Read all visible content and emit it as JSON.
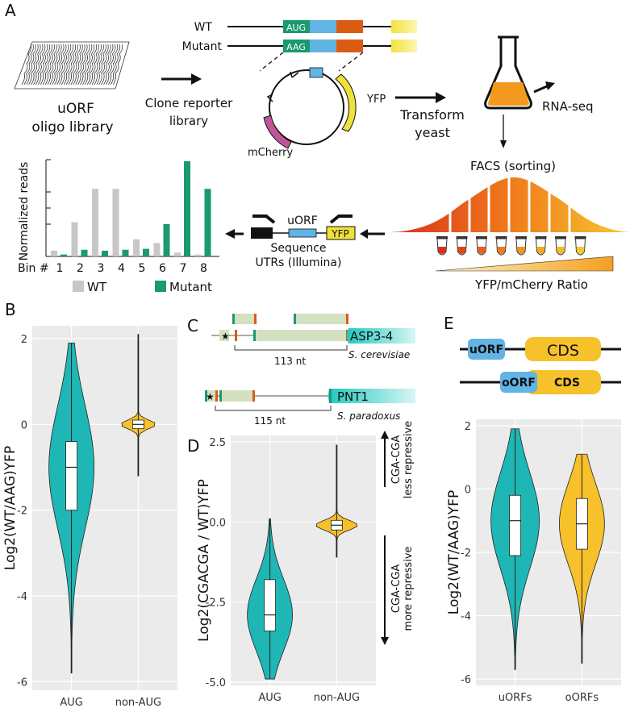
{
  "panel_labels": {
    "A": "A",
    "B": "B",
    "C": "C",
    "D": "D",
    "E": "E"
  },
  "colors": {
    "teal": "#1fb7b5",
    "gold": "#f6c12a",
    "green": "#1a9a6e",
    "grey": "#c7c7c7",
    "blue": "#61b4e4",
    "orange": "#d95c12",
    "pink": "#c0559a",
    "yellow": "#f0e13a",
    "panel_bg": "#ebebeb"
  },
  "panelA": {
    "library_line1": "uORF",
    "library_line2": "oligo library",
    "clone_line1": "Clone reporter",
    "clone_line2": "library",
    "wt_label": "WT",
    "mutant_label": "Mutant",
    "aug": "AUG",
    "aag": "AAG",
    "yfp_plasmid": "YFP",
    "mcherry": "mCherry",
    "transform_line1": "Transform",
    "transform_line2": "yeast",
    "rnaseq": "RNA-seq",
    "facs": "FACS (sorting)",
    "ratio": "YFP/mCherry Ratio",
    "amplicon_uorf": "uORF",
    "amplicon_yfp": "YFP",
    "sequence_line1": "Sequence",
    "sequence_line2": "UTRs (Illumina)",
    "legend_wt": "WT",
    "legend_mutant": "Mutant"
  },
  "panelC": {
    "asp": "ASP3-4",
    "scer": "S. cerevisiae",
    "nt113": "113 nt",
    "pnt": "PNT1",
    "spar": "S. paradoxus",
    "nt115": "115 nt"
  },
  "panelD_arrows": {
    "up_line1": "CGA-CGA",
    "up_line2": "less repressive",
    "down_line1": "CGA-CGA",
    "down_line2": "more repressive"
  },
  "panelE_schema": {
    "uorf": "uORF",
    "cds": "CDS",
    "oorf": "oORF",
    "cds2": "CDS"
  },
  "chart_data": [
    {
      "type": "bar",
      "xlabel": "Bin #",
      "ylabel": "Normalized reads",
      "categories": [
        "1",
        "2",
        "3",
        "4",
        "5",
        "6",
        "7",
        "8"
      ],
      "series": [
        {
          "name": "WT",
          "values": [
            0.06,
            0.36,
            0.71,
            0.71,
            0.18,
            0.14,
            0.04,
            0.02
          ]
        },
        {
          "name": "Mutant",
          "values": [
            0.02,
            0.07,
            0.06,
            0.07,
            0.08,
            0.34,
            1.0,
            0.71
          ]
        }
      ],
      "ylim": [
        0,
        1
      ]
    },
    {
      "type": "violin",
      "ylabel": "Log2(WT/AAG)YFP",
      "yticks": [
        "2",
        "0",
        "-2",
        "-4",
        "-6"
      ],
      "ylim": [
        -6.2,
        2.3
      ],
      "categories": [
        "AUG",
        "non-AUG"
      ],
      "series": [
        {
          "name": "AUG",
          "median": -1.0,
          "q1": -2.0,
          "q3": -0.4,
          "min": -5.8,
          "max": 1.9
        },
        {
          "name": "non-AUG",
          "median": 0.0,
          "q1": -0.1,
          "q3": 0.1,
          "min": -1.2,
          "max": 2.1
        }
      ]
    },
    {
      "type": "violin",
      "ylabel": "Log2(CGACGA / WT)YFP",
      "yticks": [
        "2.5",
        "0.0",
        "-2.5",
        "-5.0"
      ],
      "ylim": [
        -5.1,
        2.7
      ],
      "categories": [
        "AUG",
        "non-AUG"
      ],
      "series": [
        {
          "name": "AUG",
          "median": -2.9,
          "q1": -3.4,
          "q3": -1.8,
          "min": -4.9,
          "max": 0.1
        },
        {
          "name": "non-AUG",
          "median": -0.1,
          "q1": -0.25,
          "q3": 0.05,
          "min": -1.1,
          "max": 2.4
        }
      ]
    },
    {
      "type": "violin",
      "ylabel": "Log2(WT/AAG)YFP",
      "yticks": [
        "2",
        "0",
        "-2",
        "-4",
        "-6"
      ],
      "ylim": [
        -6.2,
        2.2
      ],
      "categories": [
        "uORFs",
        "oORFs"
      ],
      "series": [
        {
          "name": "uORFs",
          "median": -1.0,
          "q1": -2.1,
          "q3": -0.2,
          "min": -5.7,
          "max": 1.9
        },
        {
          "name": "oORFs",
          "median": -1.1,
          "q1": -1.9,
          "q3": -0.3,
          "min": -5.5,
          "max": 1.1
        }
      ]
    }
  ]
}
